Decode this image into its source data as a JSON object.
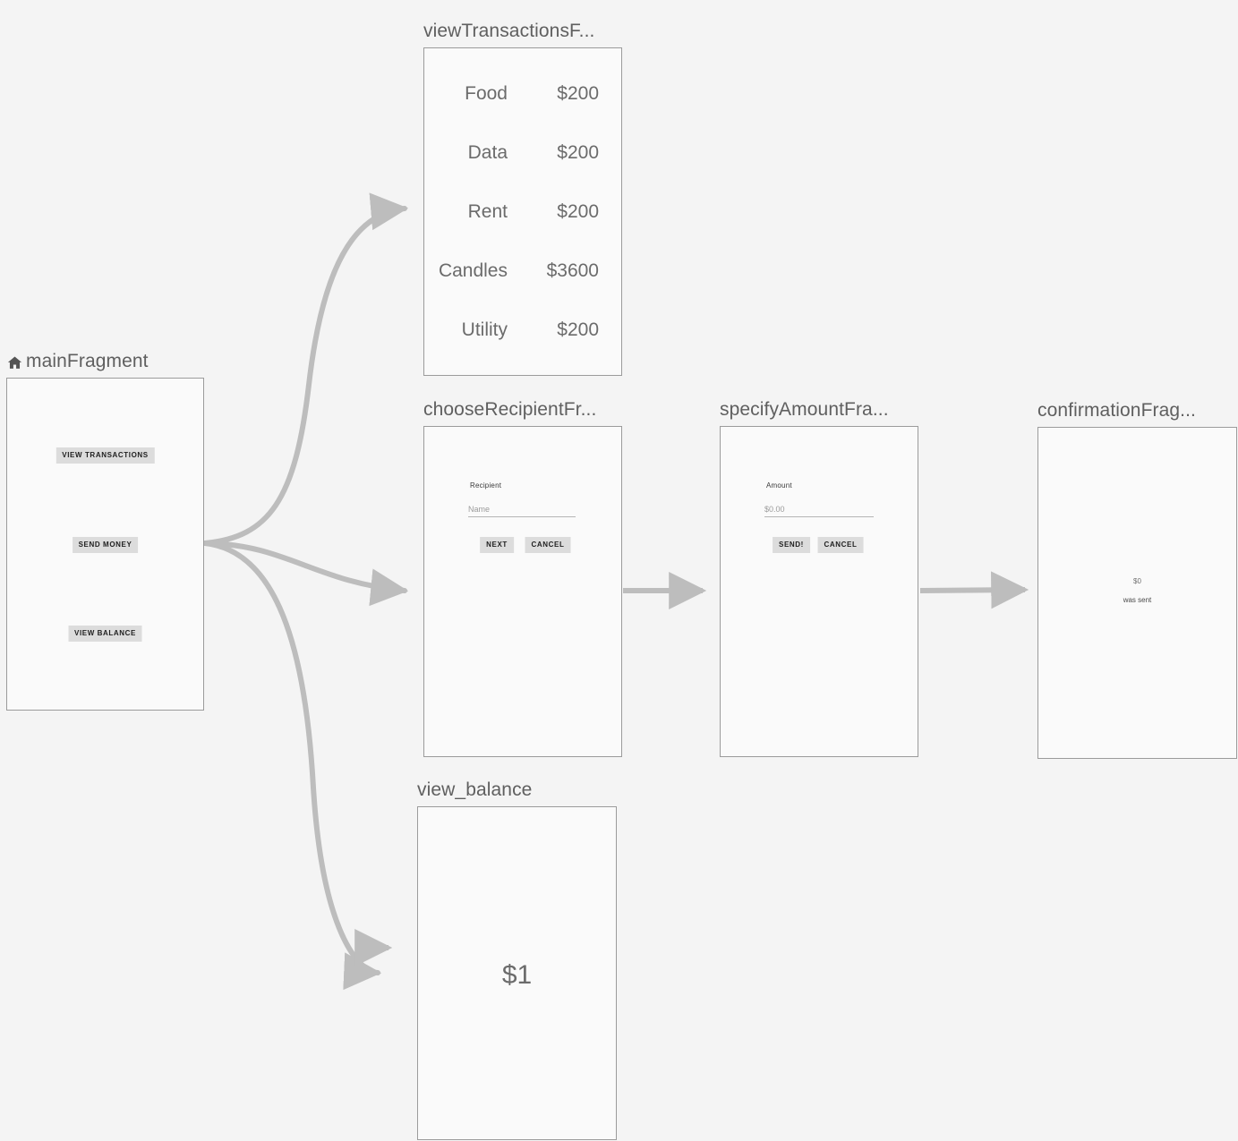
{
  "colors": {
    "background": "#f4f4f4",
    "node_fill": "#fafafa",
    "node_border": "#9b9b9b",
    "edge": "#bdbdbd",
    "title_text": "#5f5f5f",
    "button_fill": "#dcdcdc",
    "button_text": "#1e1e1e",
    "body_text": "#6b6b6b"
  },
  "nodes": {
    "main": {
      "title": "mainFragment",
      "icon": "home-icon",
      "buttons": [
        {
          "label": "VIEW TRANSACTIONS"
        },
        {
          "label": "SEND MONEY"
        },
        {
          "label": "VIEW BALANCE"
        }
      ]
    },
    "transactions": {
      "title": "viewTransactionsF...",
      "rows": [
        {
          "name": "Food",
          "amount": "$200"
        },
        {
          "name": "Data",
          "amount": "$200"
        },
        {
          "name": "Rent",
          "amount": "$200"
        },
        {
          "name": "Candles",
          "amount": "$3600"
        },
        {
          "name": "Utility",
          "amount": "$200"
        }
      ]
    },
    "choose_recipient": {
      "title": "chooseRecipientFr...",
      "field_label": "Recipient",
      "field_placeholder": "Name",
      "primary_button": "NEXT",
      "secondary_button": "CANCEL"
    },
    "specify_amount": {
      "title": "specifyAmountFra...",
      "field_label": "Amount",
      "field_placeholder": "$0.00",
      "primary_button": "SEND!",
      "secondary_button": "CANCEL"
    },
    "confirmation": {
      "title": "confirmationFrag...",
      "amount": "$0",
      "message": "was sent"
    },
    "view_balance": {
      "title": "view_balance",
      "balance": "$1"
    }
  }
}
